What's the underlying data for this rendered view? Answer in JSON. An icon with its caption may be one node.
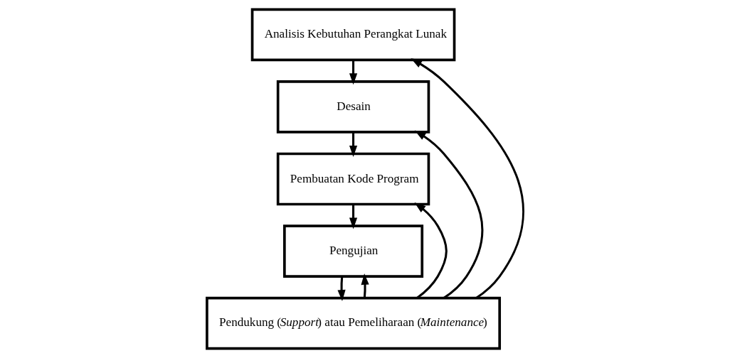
{
  "diagram": {
    "nodes": [
      {
        "text": [
          "Analisis Kebutuhan Perangkat Lunak"
        ]
      },
      {
        "text": [
          "Desain"
        ]
      },
      {
        "text": [
          "Pembuatan Kode Program"
        ]
      },
      {
        "text": [
          "Pengujian"
        ]
      },
      {
        "text": [
          "Pendukung (*Support*) atau Pemeliharaan (*Maintenance*)"
        ]
      }
    ],
    "edges": [
      {
        "from": 0,
        "to": 1,
        "arrow": "to"
      },
      {
        "from": 1,
        "to": 2,
        "arrow": "to"
      },
      {
        "from": 2,
        "to": 3,
        "arrow": "to"
      },
      {
        "from": 3,
        "to": 4,
        "arrow": "to"
      },
      {
        "from": 4,
        "to": 0,
        "arrow": "to"
      },
      {
        "from": 4,
        "to": 1,
        "arrow": "to"
      },
      {
        "from": 4,
        "to": 2,
        "arrow": "to"
      },
      {
        "from": 4,
        "to": 3,
        "arrow": "to"
      }
    ]
  }
}
